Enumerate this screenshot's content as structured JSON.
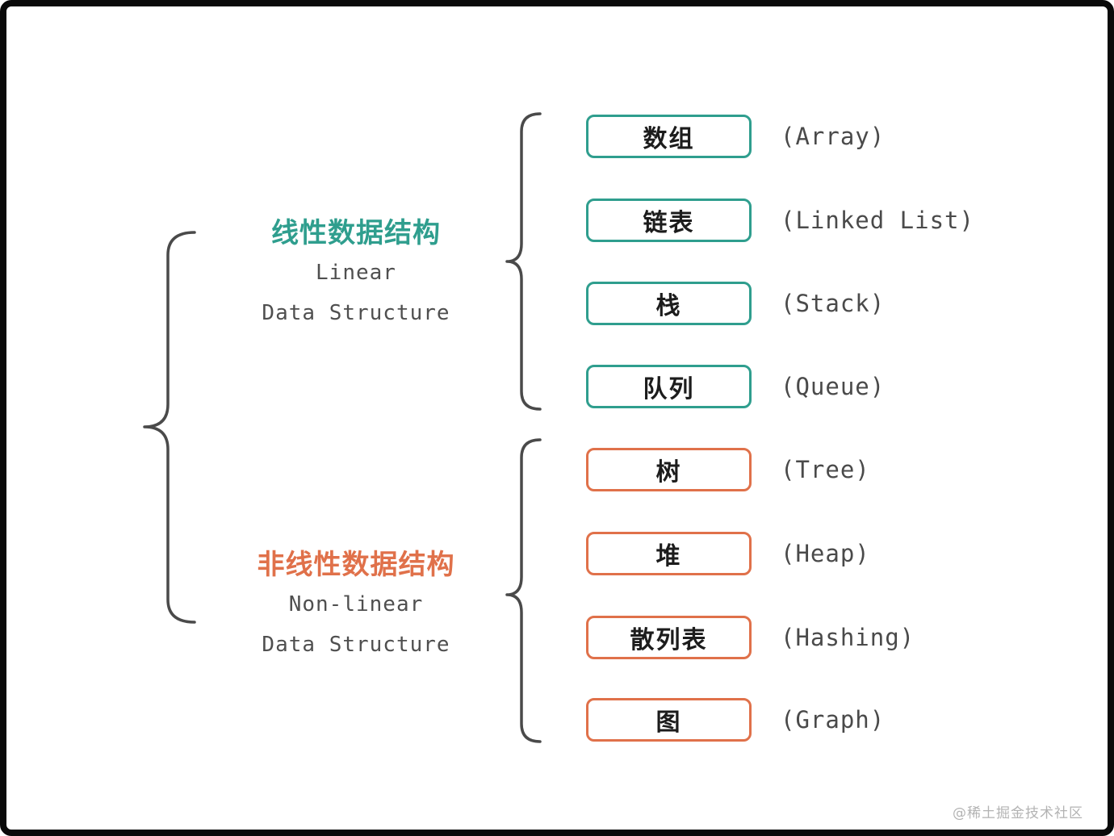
{
  "diagram": {
    "topic": "data-structures-classification"
  },
  "colors": {
    "linear_accent": "#2f9e8e",
    "nonlinear_accent": "#e0714a",
    "brace": "#4a4a4a",
    "box_text": "#1c1c1c",
    "label_text": "#4a4a4a",
    "watermark_text": "#b3b3b3"
  },
  "groups": [
    {
      "name_zh": "线性数据结构",
      "name_en_line1": "Linear",
      "name_en_line2": "Data Structure",
      "accent": "#2f9e8e",
      "items": [
        {
          "zh": "数组",
          "en": "(Array)"
        },
        {
          "zh": "链表",
          "en": "(Linked List)"
        },
        {
          "zh": "栈",
          "en": "(Stack)"
        },
        {
          "zh": "队列",
          "en": "(Queue)"
        }
      ]
    },
    {
      "name_zh": "非线性数据结构",
      "name_en_line1": "Non-linear",
      "name_en_line2": "Data Structure",
      "accent": "#e0714a",
      "items": [
        {
          "zh": "树",
          "en": "(Tree)"
        },
        {
          "zh": "堆",
          "en": "(Heap)"
        },
        {
          "zh": "散列表",
          "en": "(Hashing)"
        },
        {
          "zh": "图",
          "en": "(Graph)"
        }
      ]
    }
  ],
  "watermark": "@稀土掘金技术社区"
}
